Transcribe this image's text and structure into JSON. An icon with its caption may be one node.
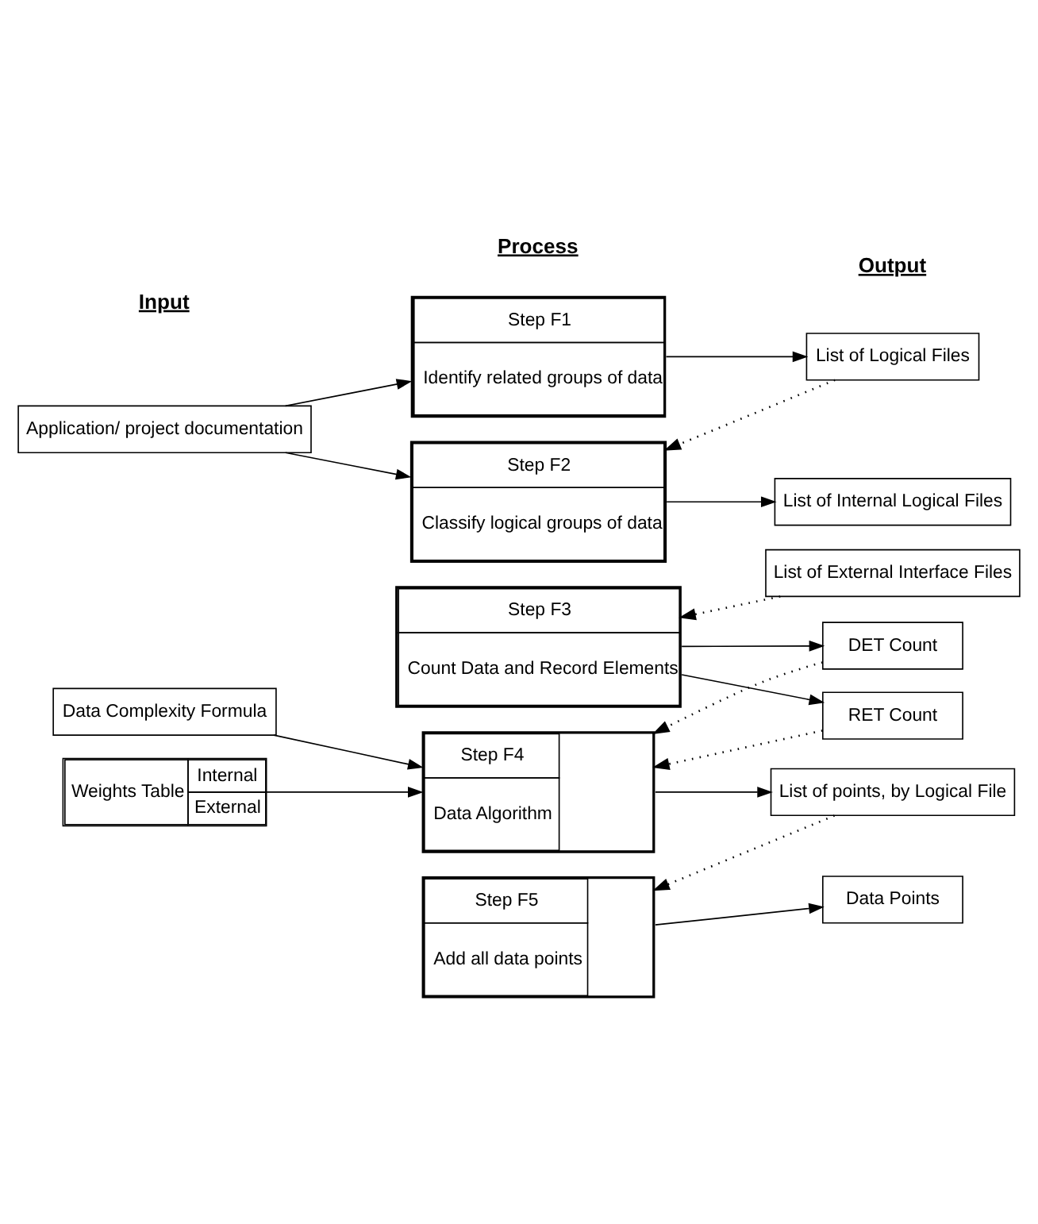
{
  "diagram": {
    "nodes": [
      {
        "text": [
          "Application/ project documentation"
        ]
      },
      {
        "text": [
          "Step F1",
          "Identify related groups of data"
        ]
      },
      {
        "text": [
          "List of Logical Files"
        ]
      },
      {
        "text": [
          "Step F2",
          "Classify logical groups of data"
        ]
      },
      {
        "text": [
          "List of Internal Logical Files"
        ]
      },
      {
        "text": [
          "List of External Interface Files"
        ]
      },
      {
        "text": [
          "Step F3",
          "Count Data and Record Elements"
        ]
      },
      {
        "text": [
          "DET Count"
        ]
      },
      {
        "text": [
          "RET Count"
        ]
      },
      {
        "text": [
          "Data Complexity Formula"
        ]
      },
      {
        "text": [
          "Weights Table",
          "Internal",
          "External"
        ]
      },
      {
        "text": [
          "Step F4",
          "Data Algorithm"
        ]
      },
      {
        "text": [
          "List of points, by Logical File"
        ]
      },
      {
        "text": [
          "Step F5",
          "Add all data points"
        ]
      },
      {
        "text": [
          "Data Points"
        ]
      }
    ],
    "edges": [
      {
        "from": 0,
        "to": 1,
        "arrow": "to"
      },
      {
        "from": 0,
        "to": 3,
        "arrow": "to"
      },
      {
        "from": 1,
        "to": 2,
        "arrow": "to"
      },
      {
        "from": 2,
        "to": 3,
        "arrow": "to",
        "style": "dashed"
      },
      {
        "from": 3,
        "to": 4,
        "arrow": "to"
      },
      {
        "from": 5,
        "to": 6,
        "arrow": "to",
        "style": "dashed"
      },
      {
        "from": 6,
        "to": 7,
        "arrow": "to"
      },
      {
        "from": 6,
        "to": 8,
        "arrow": "to"
      },
      {
        "from": 7,
        "to": 11,
        "arrow": "to",
        "style": "dashed"
      },
      {
        "from": 8,
        "to": 11,
        "arrow": "to",
        "style": "dashed"
      },
      {
        "from": 9,
        "to": 11,
        "arrow": "to"
      },
      {
        "from": 10,
        "to": 11,
        "arrow": "to"
      },
      {
        "from": 11,
        "to": 12,
        "arrow": "to"
      },
      {
        "from": 12,
        "to": 13,
        "arrow": "to",
        "style": "dashed"
      },
      {
        "from": 13,
        "to": 14,
        "arrow": "to"
      }
    ],
    "labels": [
      "Input",
      "Process",
      "Output"
    ]
  }
}
